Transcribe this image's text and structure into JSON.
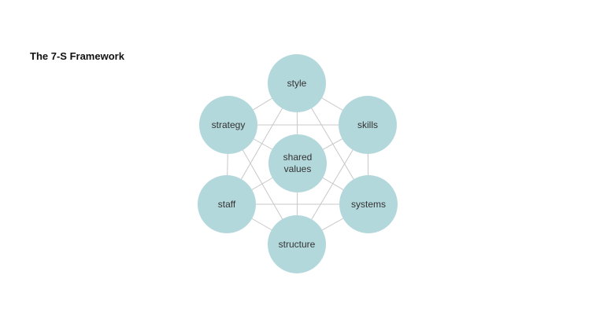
{
  "title": "The 7-S Framework",
  "colors": {
    "node_fill": "#b3d8dc",
    "connector": "#c8c8c8",
    "label": "#333333"
  },
  "nodes": {
    "style": {
      "lines": [
        "style"
      ]
    },
    "skills": {
      "lines": [
        "skills"
      ]
    },
    "systems": {
      "lines": [
        "systems"
      ]
    },
    "structure": {
      "lines": [
        "structure"
      ]
    },
    "staff": {
      "lines": [
        "staff"
      ]
    },
    "strategy": {
      "lines": [
        "strategy"
      ]
    },
    "shared_values": {
      "lines": [
        "shared",
        "values"
      ]
    }
  },
  "connections": [
    [
      "style",
      "skills"
    ],
    [
      "skills",
      "systems"
    ],
    [
      "systems",
      "structure"
    ],
    [
      "structure",
      "staff"
    ],
    [
      "staff",
      "strategy"
    ],
    [
      "strategy",
      "style"
    ],
    [
      "style",
      "systems"
    ],
    [
      "skills",
      "structure"
    ],
    [
      "systems",
      "staff"
    ],
    [
      "structure",
      "strategy"
    ],
    [
      "staff",
      "style"
    ],
    [
      "strategy",
      "skills"
    ],
    [
      "style",
      "shared_values"
    ],
    [
      "skills",
      "shared_values"
    ],
    [
      "systems",
      "shared_values"
    ],
    [
      "structure",
      "shared_values"
    ],
    [
      "staff",
      "shared_values"
    ],
    [
      "strategy",
      "shared_values"
    ]
  ]
}
